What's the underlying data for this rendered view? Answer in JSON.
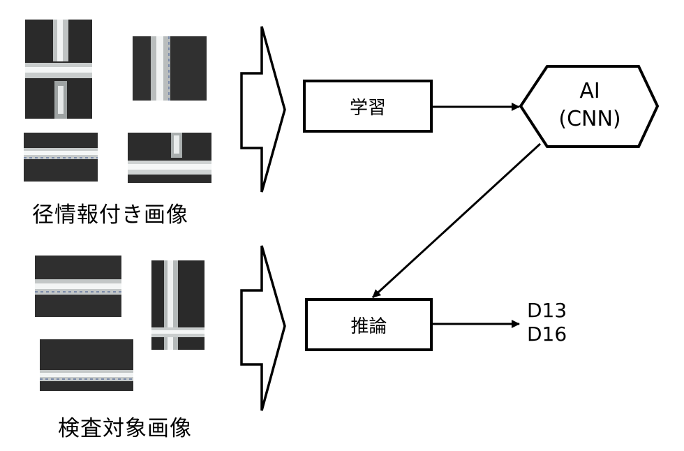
{
  "training": {
    "caption": "径情報付き画像",
    "step_label": "学習"
  },
  "model": {
    "line1": "AI",
    "line2": "(CNN)"
  },
  "inspection": {
    "caption": "検査対象画像",
    "step_label": "推論"
  },
  "results": [
    "D13",
    "D16"
  ],
  "colors": {
    "stroke": "#000000",
    "photo_dark": "#2c2c2c",
    "rebar_light": "#e8ecec"
  }
}
